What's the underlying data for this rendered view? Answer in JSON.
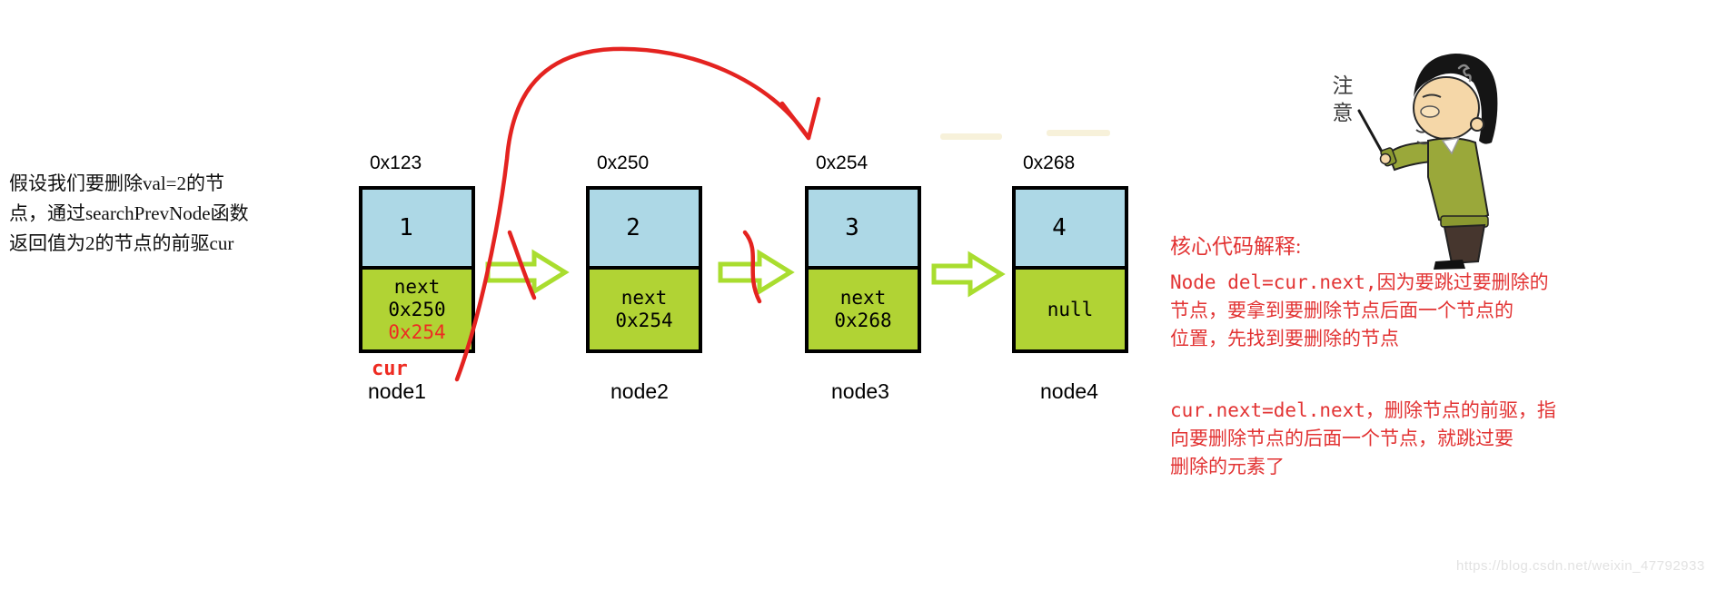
{
  "left_note": {
    "lines": [
      "假设我们要删除val=2的节",
      "点，通过searchPrevNode函数",
      "返回值为2的节点的前驱cur"
    ]
  },
  "nodes": [
    {
      "address": "0x123",
      "value": "1",
      "next_label": "next",
      "next_value": "0x250",
      "next_override": "0x254",
      "pointer_label": "cur",
      "label": "node1"
    },
    {
      "address": "0x250",
      "value": "2",
      "next_label": "next",
      "next_value": "0x254",
      "label": "node2"
    },
    {
      "address": "0x254",
      "value": "3",
      "next_label": "next",
      "next_value": "0x268",
      "label": "node3"
    },
    {
      "address": "0x268",
      "value": "4",
      "next_value": "null",
      "label": "node4"
    }
  ],
  "annotation": {
    "heading": "核心代码解释:",
    "para1": {
      "line1": "Node del=cur.next,因为要跳过要删除的",
      "line2": "节点，要拿到要删除节点后面一个节点的",
      "line3": "位置，先找到要删除的节点"
    },
    "para2": {
      "line1": "cur.next=del.next，删除节点的前驱，指",
      "line2": "向要删除节点的后面一个节点，就跳过要",
      "line3": "删除的元素了"
    }
  },
  "cartoon": {
    "caption": "注意"
  },
  "watermark": "https://blog.csdn.net/weixin_47792933",
  "colors": {
    "value_cell": "#add8e6",
    "next_cell": "#b1d334",
    "arrow_green": "#a9dd2f",
    "marker_red": "#ee2b22",
    "annotation_red": "#e23333"
  }
}
